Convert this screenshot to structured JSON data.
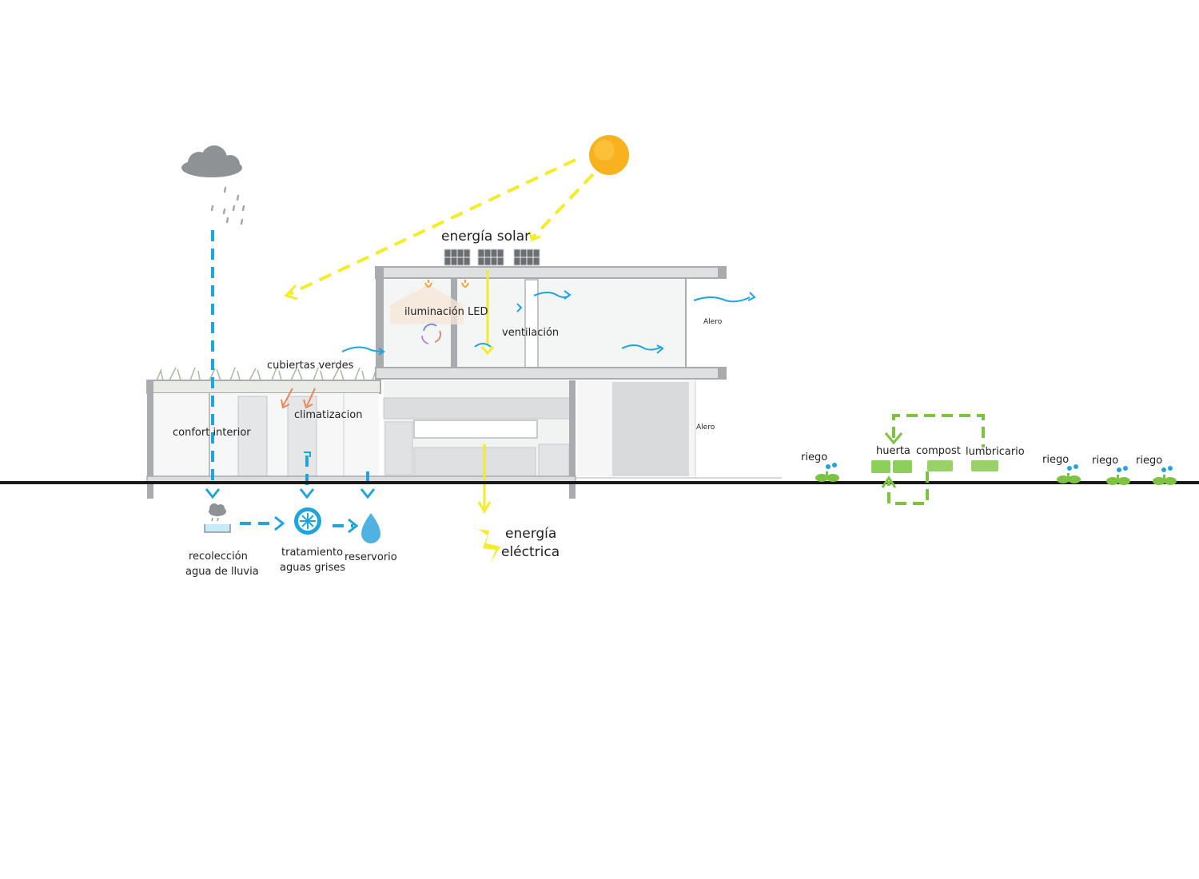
{
  "labels": {
    "energia_solar": "energía solar",
    "iluminacion_led": "iluminación LED",
    "ventilacion": "ventilación",
    "cubiertas_verdes": "cubiertas verdes",
    "climatizacion": "climatizacion",
    "confort_interior": "confort interior",
    "alero_1": "Alero",
    "alero_2": "Alero",
    "recoleccion_1": "recolección",
    "recoleccion_2": "agua de lluvia",
    "tratamiento_1": "tratamiento",
    "tratamiento_2": "aguas grises",
    "reservorio": "reservorio",
    "energia_electrica_1": "energía",
    "energia_electrica_2": "eléctrica",
    "huerta": "huerta",
    "compost": "compost",
    "lumbricario": "lumbricario",
    "riego_1": "riego",
    "riego_2": "riego",
    "riego_3": "riego",
    "riego_4": "riego"
  },
  "colors": {
    "water": "#1fa4dc",
    "solar": "#f2ec2a",
    "sun": "#f7b21e",
    "green": "#7dc243",
    "structure": "#a9abae",
    "ground": "#1a1a1a",
    "heat": "#e9875a"
  },
  "icons": [
    "cloud-icon",
    "sun-icon",
    "solar-panel-icon",
    "led-bulb-icon",
    "rain-collector-icon",
    "filter-icon",
    "water-drop-icon",
    "lightning-icon",
    "plant-icon",
    "recycle-icon"
  ]
}
